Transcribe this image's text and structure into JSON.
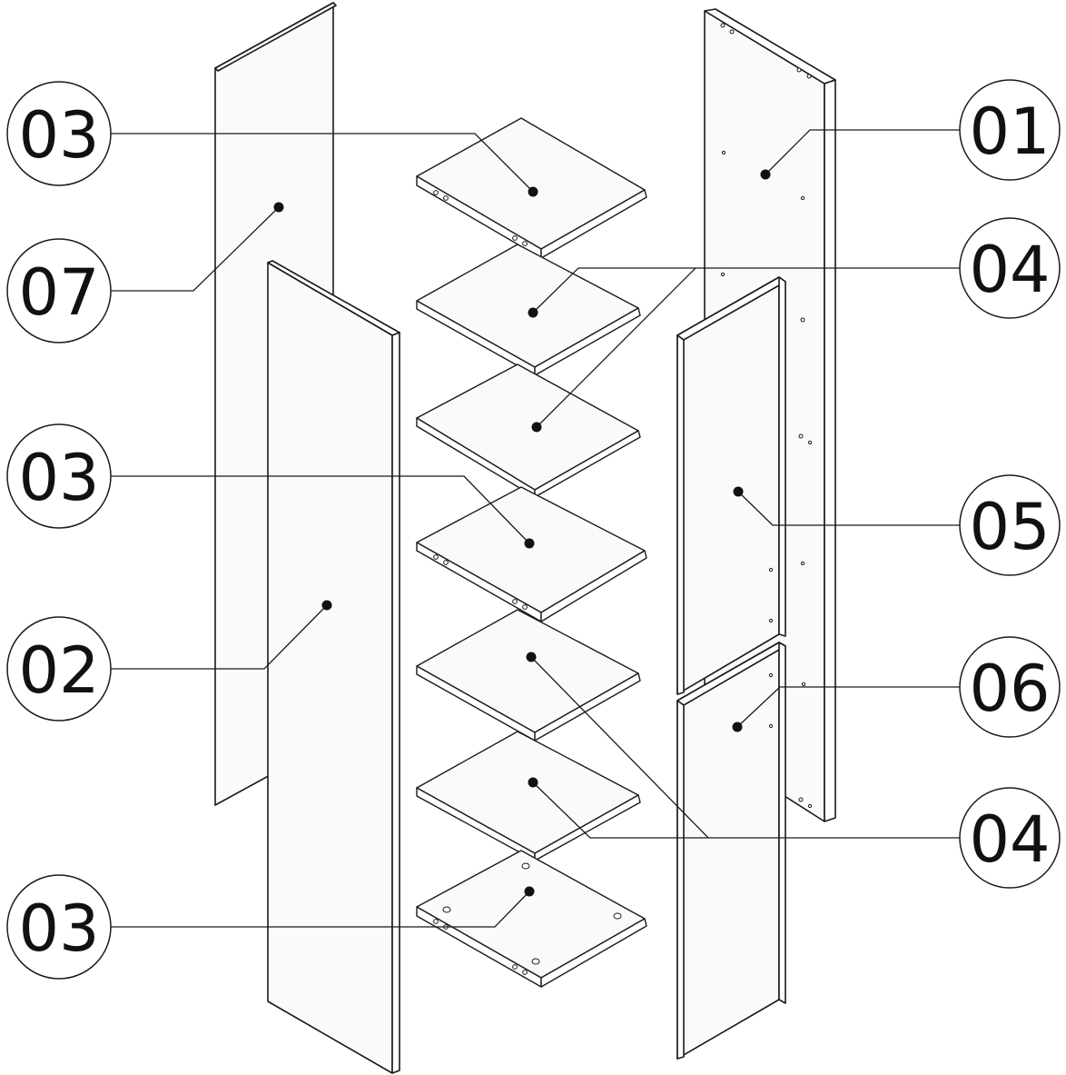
{
  "labels": [
    {
      "id": "label-03-top",
      "text": "03"
    },
    {
      "id": "label-07",
      "text": "07"
    },
    {
      "id": "label-03-mid",
      "text": "03"
    },
    {
      "id": "label-02",
      "text": "02"
    },
    {
      "id": "label-03-bottom",
      "text": "03"
    },
    {
      "id": "label-01",
      "text": "01"
    },
    {
      "id": "label-04-top",
      "text": "04"
    },
    {
      "id": "label-05",
      "text": "05"
    },
    {
      "id": "label-06",
      "text": "06"
    },
    {
      "id": "label-04-bottom",
      "text": "04"
    }
  ]
}
